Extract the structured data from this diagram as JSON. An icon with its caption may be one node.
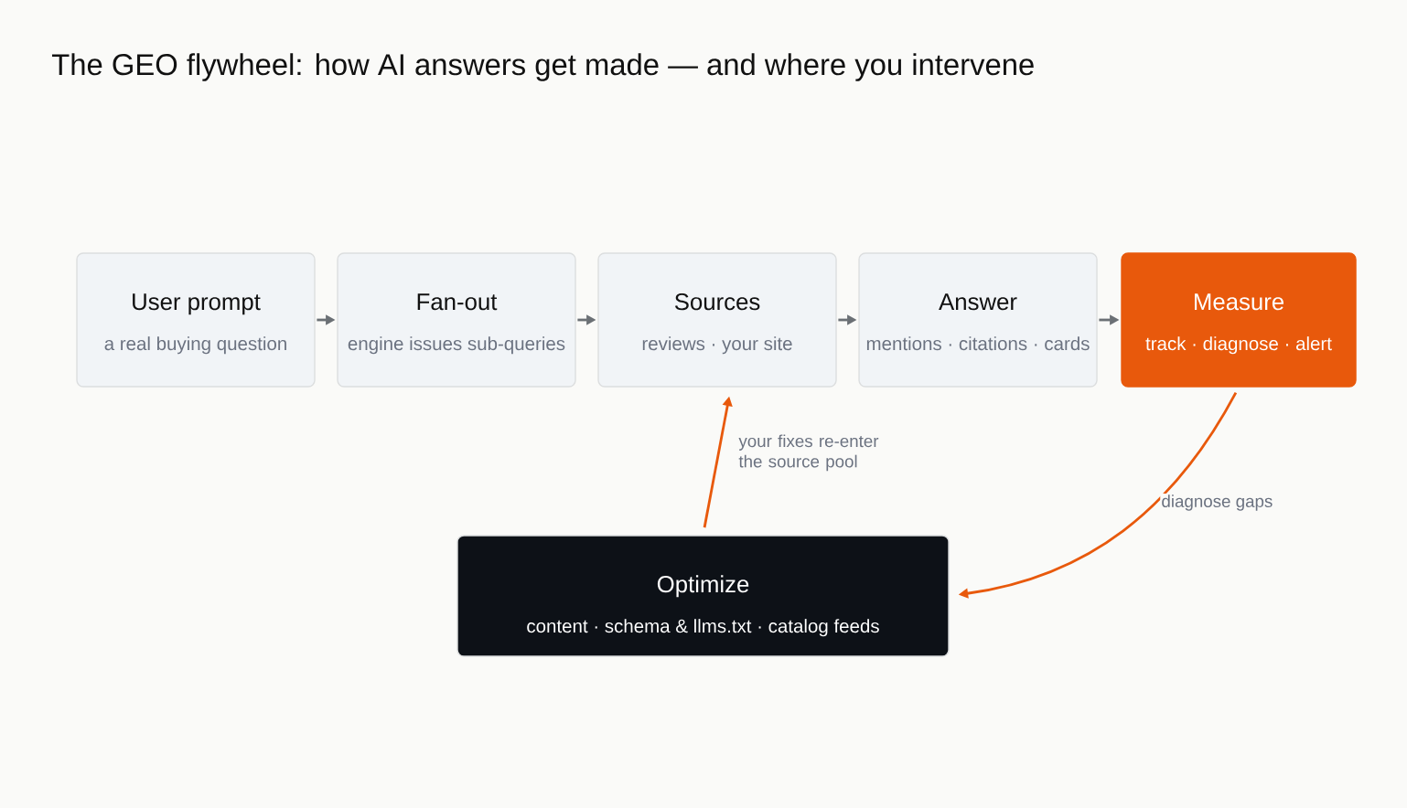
{
  "diagram": {
    "title": "The GEO flywheel: how AI answers get made — and where you intervene",
    "nodes": [
      {
        "text": [
          "User prompt",
          "a real buying question"
        ]
      },
      {
        "text": [
          "Fan-out",
          "engine issues sub-queries"
        ]
      },
      {
        "text": [
          "Sources",
          "reviews · your site"
        ]
      },
      {
        "text": [
          "Answer",
          "mentions · citations · cards"
        ]
      },
      {
        "text": [
          "Measure",
          "track · diagnose · alert"
        ]
      },
      {
        "text": [
          "Optimize",
          "content · schema & llms.txt · catalog feeds"
        ]
      }
    ],
    "edges": [
      {
        "from": 0,
        "to": 1,
        "arrow": "to"
      },
      {
        "from": 1,
        "to": 2,
        "arrow": "to"
      },
      {
        "from": 2,
        "to": 3,
        "arrow": "to"
      },
      {
        "from": 3,
        "to": 4,
        "arrow": "to"
      },
      {
        "from": 4,
        "to": 5,
        "arrow": "to",
        "label": "diagnose gaps",
        "color": "#e8590c"
      },
      {
        "from": 5,
        "to": 2,
        "arrow": "to",
        "label": "your fixes re-enter the source pool",
        "color": "#e8590c"
      }
    ]
  }
}
